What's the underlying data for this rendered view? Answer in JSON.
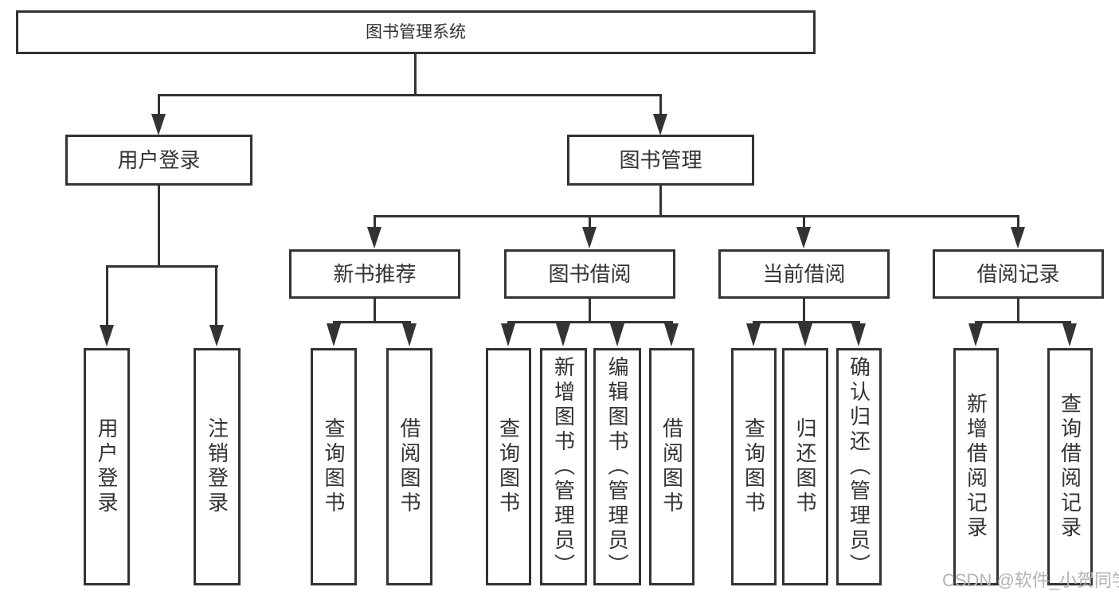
{
  "diagram": {
    "root": {
      "label": "图书管理系统"
    },
    "level2": [
      {
        "id": "user-login",
        "label": "用户登录",
        "parent": "图书管理系统"
      },
      {
        "id": "book-management",
        "label": "图书管理",
        "parent": "图书管理系统"
      }
    ],
    "level3": [
      {
        "id": "new-book-recommendation",
        "label": "新书推荐",
        "parent": "图书管理"
      },
      {
        "id": "book-borrowing",
        "label": "图书借阅",
        "parent": "图书管理"
      },
      {
        "id": "current-borrowing",
        "label": "当前借阅",
        "parent": "图书管理"
      },
      {
        "id": "borrowing-records",
        "label": "借阅记录",
        "parent": "图书管理"
      }
    ],
    "leaves": [
      {
        "id": "user-login-leaf",
        "label": "用户登录",
        "parent": "用户登录"
      },
      {
        "id": "logout",
        "label": "注销登录",
        "parent": "用户登录"
      },
      {
        "id": "query-books-recommend",
        "label": "查询图书",
        "parent": "新书推荐"
      },
      {
        "id": "borrow-books-recommend",
        "label": "借阅图书",
        "parent": "新书推荐"
      },
      {
        "id": "query-books-borrowing",
        "label": "查询图书",
        "parent": "图书借阅"
      },
      {
        "id": "add-books-admin",
        "label": "新增图书（管理员）",
        "parent": "图书借阅"
      },
      {
        "id": "edit-books-admin",
        "label": "编辑图书（管理员）",
        "parent": "图书借阅"
      },
      {
        "id": "borrow-books-borrowing",
        "label": "借阅图书",
        "parent": "图书借阅"
      },
      {
        "id": "query-books-current",
        "label": "查询图书",
        "parent": "当前借阅"
      },
      {
        "id": "return-books",
        "label": "归还图书",
        "parent": "当前借阅"
      },
      {
        "id": "confirm-return-admin",
        "label": "确认归还（管理员）",
        "parent": "当前借阅"
      },
      {
        "id": "add-borrowing-record",
        "label": "新增借阅记录",
        "parent": "借阅记录"
      },
      {
        "id": "query-borrowing-record",
        "label": "查询借阅记录",
        "parent": "借阅记录"
      }
    ],
    "watermark": "CSDN @软件_小贺同学",
    "colors": {
      "line": "#333333",
      "text": "#333333",
      "watermark": "#b3b3b3",
      "background": "#ffffff"
    }
  }
}
